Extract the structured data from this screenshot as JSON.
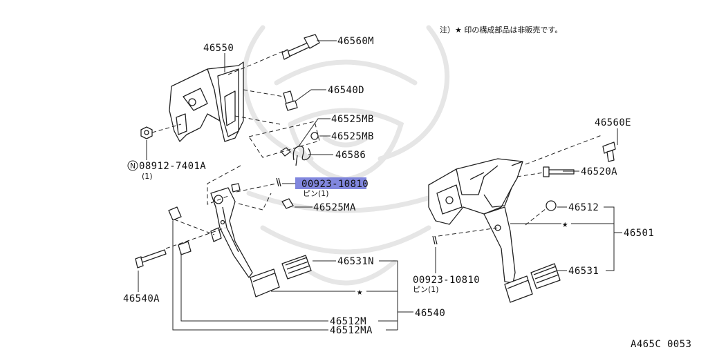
{
  "note": "注）★ 印の構成部品は非販売です。",
  "footer_code": "A465C 0053",
  "star_glyph": "★",
  "n_marker": "N",
  "labels": {
    "p46550": "46550",
    "p46560M": "46560M",
    "p46540D": "46540D",
    "p46525MB_a": "46525MB",
    "p46525MB_b": "46525MB",
    "p46586": "46586",
    "p08912": "08912-7401A",
    "p08912_qty": "(1)",
    "p00923_left": "00923-10810",
    "pin_left": "ピン(1)",
    "p46525MA": "46525MA",
    "p46531N": "46531N",
    "p46540A": "46540A",
    "p46540": "46540",
    "p46512M": "46512M",
    "p46512MA": "46512MA",
    "p46560E": "46560E",
    "p46520A": "46520A",
    "p46512": "46512",
    "p46501": "46501",
    "p00923_right": "00923-10810",
    "pin_right": "ピン(1)",
    "p46531": "46531"
  },
  "colors": {
    "highlight": "#6b72d8",
    "line": "#222222",
    "watermark": "#e6e6e6"
  }
}
